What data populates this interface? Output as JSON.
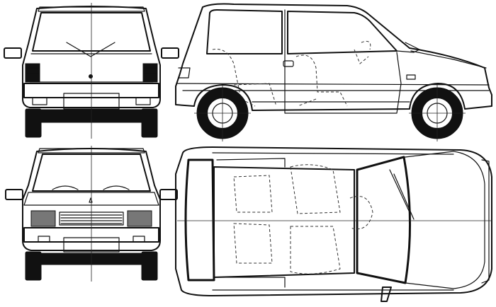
{
  "drawing": {
    "views": [
      {
        "view": "rear"
      },
      {
        "view": "side"
      },
      {
        "view": "front"
      },
      {
        "view": "top"
      }
    ],
    "colors": {
      "line": "#111111",
      "background": "#ffffff",
      "tire": "#111111"
    }
  }
}
